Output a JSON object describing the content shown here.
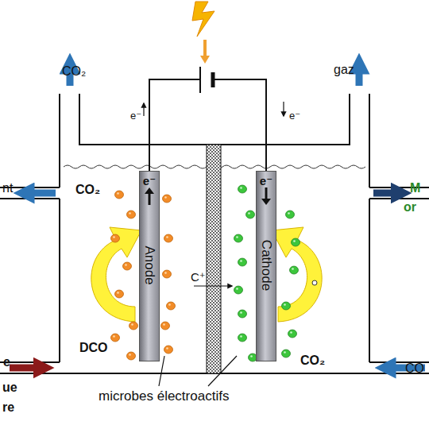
{
  "diagram": {
    "nodes": [
      {
        "text": [
          "e⁻",
          "Anode"
        ]
      },
      {
        "text": [
          "e⁻",
          "Cathode"
        ]
      }
    ],
    "edges": [
      {
        "from": 0,
        "to": 1,
        "arrow": "none"
      }
    ],
    "labels": [
      "CO₂",
      "gaz",
      "e⁻",
      "e⁻",
      "nt",
      "CO₂",
      "M",
      "or",
      "C⁺",
      "DCO",
      "CO₂",
      "e",
      "ue",
      "re",
      "CO",
      "microbes électroactifs"
    ]
  }
}
